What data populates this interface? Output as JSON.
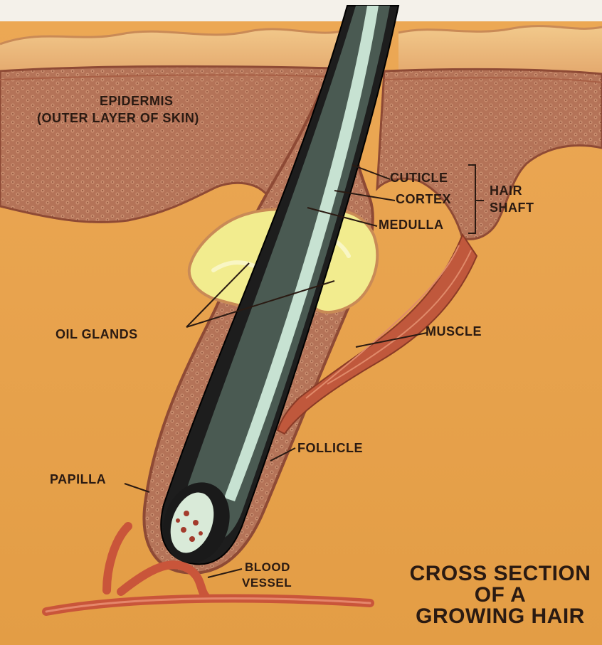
{
  "labels": {
    "epidermis_line1": "EPIDERMIS",
    "epidermis_line2": "(OUTER LAYER OF SKIN)",
    "cuticle": "CUTICLE",
    "cortex": "CORTEX",
    "medulla": "MEDULLA",
    "hair_shaft_line1": "HAIR",
    "hair_shaft_line2": "SHAFT",
    "oil_glands": "OIL GLANDS",
    "muscle": "MUSCLE",
    "follicle": "FOLLICLE",
    "papilla": "PAPILLA",
    "blood_vessel_line1": "BLOOD",
    "blood_vessel_line2": "VESSEL"
  },
  "title": {
    "line1": "CROSS SECTION",
    "line2": "OF A",
    "line3": "GROWING HAIR"
  },
  "colors": {
    "dermis": "#e8a24a",
    "epidermis": "#b9775a",
    "hair_dark": "#1c1c1c",
    "hair_medulla": "#bcd9c8",
    "oil_gland": "#f0ea8a",
    "muscle": "#c0583c",
    "blood_vessel": "#c9553a"
  }
}
